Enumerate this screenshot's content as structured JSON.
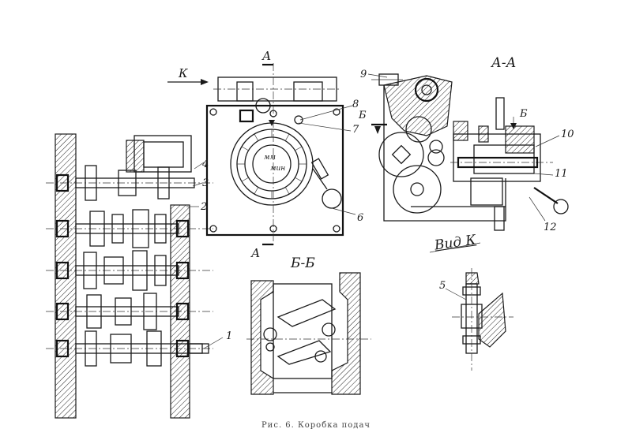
{
  "labels": {
    "view_k_arrow": "К",
    "section_a_top": "А",
    "section_a_bottom": "А",
    "section_aa_title": "А-А",
    "section_bb_title": "Б-Б",
    "section_b_upper": "Б",
    "section_b_mark": "Б",
    "view_k_title": "Вид К",
    "dial_text_1": "мм",
    "dial_text_2": "мин"
  },
  "callouts": [
    "1",
    "2",
    "3",
    "4",
    "5",
    "6",
    "7",
    "8",
    "9",
    "10",
    "11",
    "12"
  ],
  "caption": "Рис. 6. Коробка подач"
}
